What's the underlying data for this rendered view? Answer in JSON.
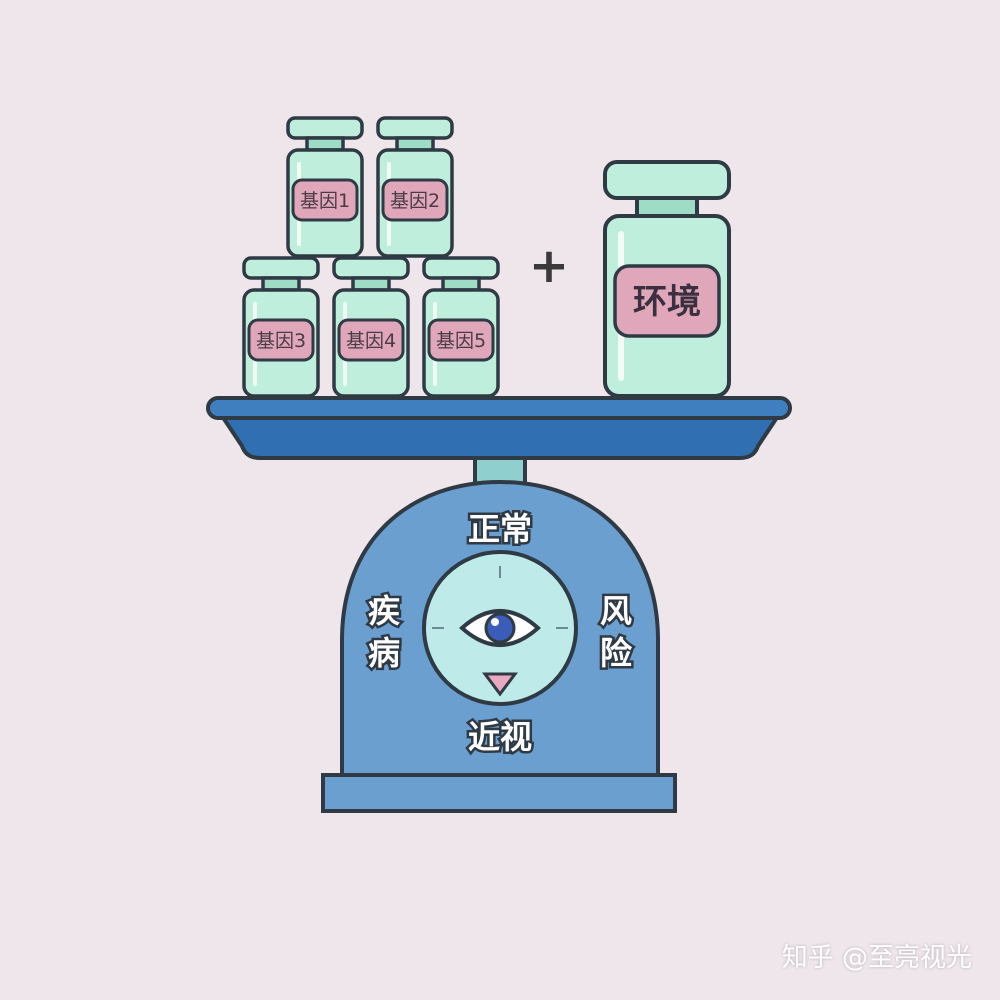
{
  "genes": [
    "基因1",
    "基因2",
    "基因3",
    "基因4",
    "基因5"
  ],
  "plus": "+",
  "environment": "环境",
  "dial": {
    "top": "正常",
    "left": [
      "疾",
      "病"
    ],
    "right": [
      "风",
      "险"
    ],
    "bottom": "近视"
  },
  "watermark": "知乎 @至亮视光",
  "colors": {
    "background": "#efe6ec",
    "jar_fill": "#bfeedd",
    "jar_neck": "#9edcc6",
    "label_fill": "#e0a7bb",
    "tray": "#2f6fb2",
    "body": "#6a9fd0",
    "dial_face": "#bfeaea",
    "pointer": "#e9a9c2",
    "outline": "#2f3a44"
  }
}
